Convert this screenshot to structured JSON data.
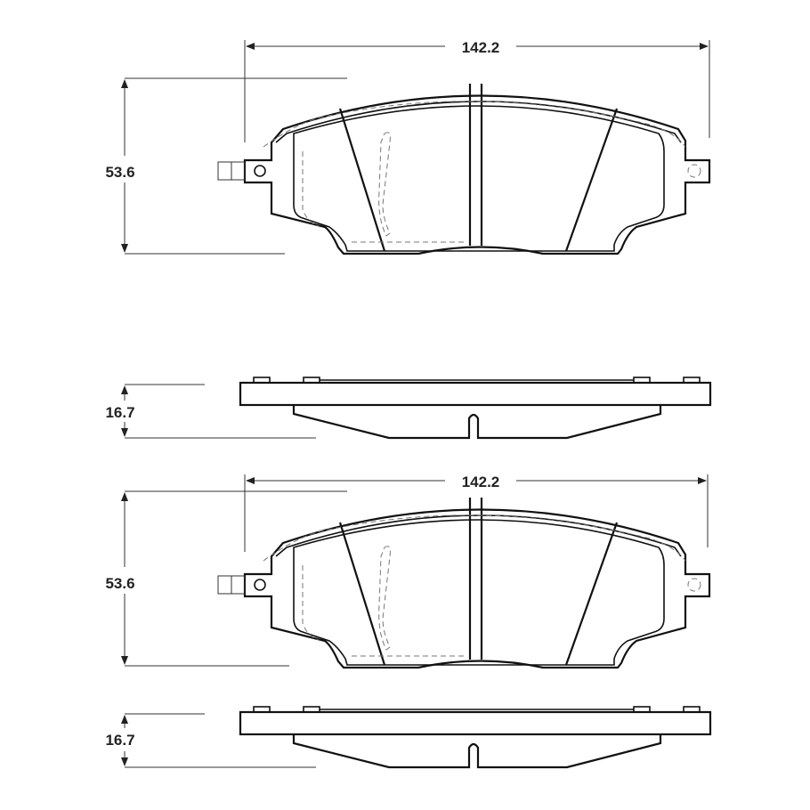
{
  "views": [
    {
      "name": "front-view-1",
      "width_label": "142.2",
      "height_label": "53.6"
    },
    {
      "name": "side-view-1",
      "thickness_label": "16.7"
    },
    {
      "name": "front-view-2",
      "width_label": "142.2",
      "height_label": "53.6"
    },
    {
      "name": "side-view-2",
      "thickness_label": "16.7"
    }
  ],
  "colors": {
    "line": "#111111",
    "background": "#ffffff"
  }
}
